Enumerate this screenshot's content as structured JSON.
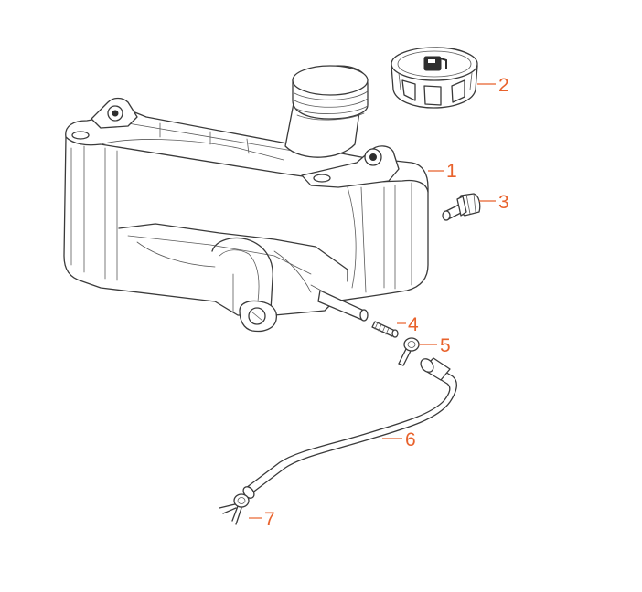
{
  "diagram": {
    "accent_color": "#e8622c",
    "line_color": "#3a3a3a",
    "parts": [
      {
        "number": "1",
        "part": "fuel-tank"
      },
      {
        "number": "2",
        "part": "fuel-cap"
      },
      {
        "number": "3",
        "part": "bolt"
      },
      {
        "number": "4",
        "part": "fuel-filter"
      },
      {
        "number": "5",
        "part": "hose-clip-upper"
      },
      {
        "number": "6",
        "part": "fuel-hose"
      },
      {
        "number": "7",
        "part": "hose-clip-lower"
      }
    ]
  }
}
